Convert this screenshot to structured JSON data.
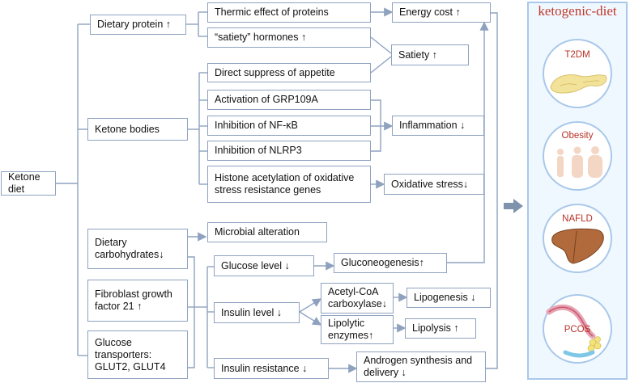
{
  "panel": {
    "title": "ketogenic-diet",
    "diseases": [
      {
        "label": "T2DM",
        "icon": "pancreas-icon"
      },
      {
        "label": "Obesity",
        "icon": "human-silhouettes-icon"
      },
      {
        "label": "NAFLD",
        "icon": "liver-icon"
      },
      {
        "label": "PCOS",
        "icon": "ovary-icon"
      }
    ]
  },
  "nodes": {
    "ketone_diet": "Ketone diet",
    "dietary_protein": "Dietary protein ↑",
    "ketone_bodies": "Ketone bodies",
    "dietary_carbs": "Dietary\ncarbohydrates↓",
    "fgf21": "Fibroblast growth\nfactor 21 ↑",
    "glut": "Glucose\ntransporters:\nGLUT2, GLUT4",
    "thermic": "Thermic effect of proteins",
    "satiety_hormones": "“satiety” hormones ↑",
    "direct_suppress": "Direct suppress of appetite",
    "grp109a": "Activation of GRP109A",
    "nfkb": "Inhibition of NF-κB",
    "nlrp3": "Inhibition of NLRP3",
    "histone": "Histone acetylation of oxidative\nstress resistance genes",
    "microbial": "Microbial alteration",
    "glucose_level": "Glucose level ↓",
    "insulin_level": "Insulin level   ↓",
    "insulin_resistance": "Insulin resistance ↓",
    "acetyl_coa": "Acetyl-CoA\ncarboxylase↓",
    "lipolytic": "Lipolytic\nenzymes↑",
    "energy_cost": "Energy cost ↑",
    "satiety": "Satiety ↑",
    "inflammation": "Inflammation ↓",
    "oxidative": "Oxidative stress↓",
    "gluconeogenesis": "Gluconeogenesis↑",
    "lipogenesis": "Lipogenesis ↓",
    "lipolysis": "Lipolysis  ↑",
    "androgen": "Androgen synthesis and\ndelivery ↓"
  }
}
